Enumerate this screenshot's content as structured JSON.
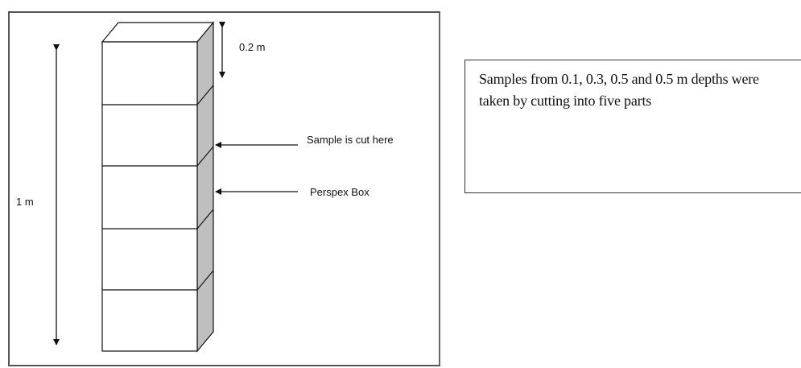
{
  "labels": {
    "segment_height": "0.2 m",
    "total_height": "1 m",
    "cut_label": "Sample is cut here",
    "box_label": "Perspex Box"
  },
  "note": {
    "text": "Samples from 0.1, 0.3, 0.5 and 0.5 m depths were taken by cutting into five parts"
  },
  "colors": {
    "side_face": "#bfbfbf",
    "stroke": "#111111"
  }
}
